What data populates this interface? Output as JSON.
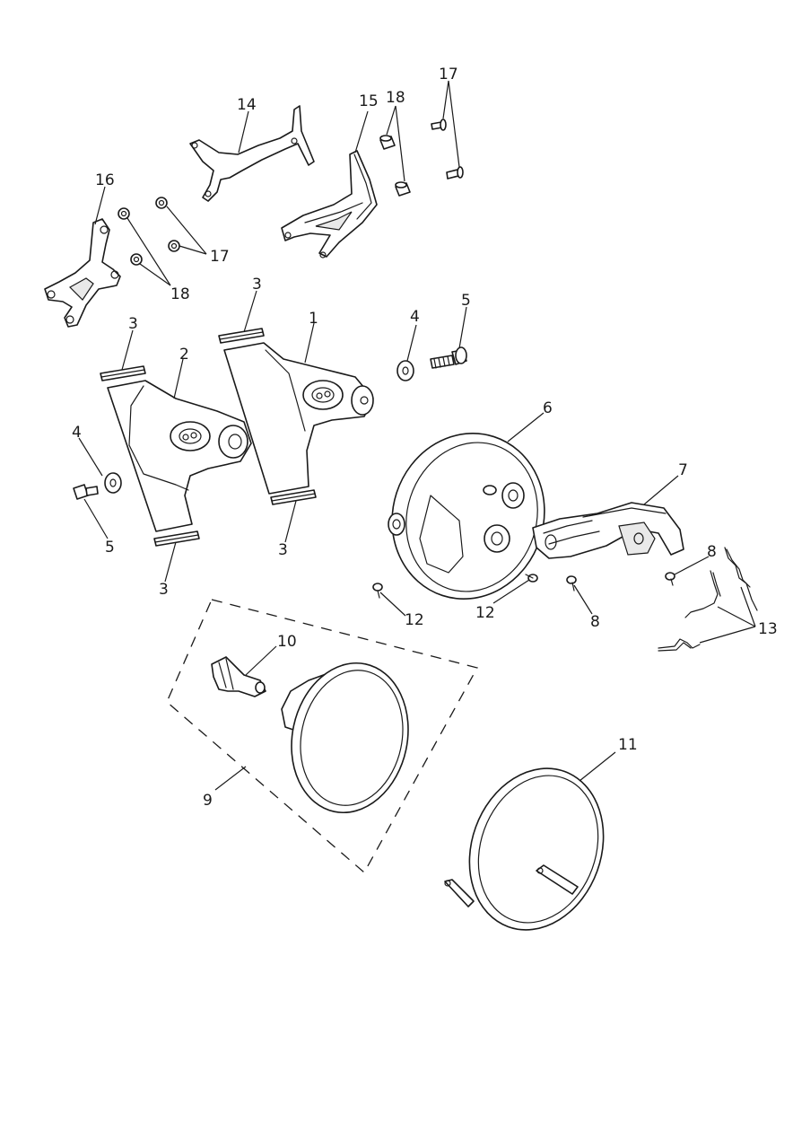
{
  "callouts": {
    "c1": "1",
    "c2": "2",
    "c3a": "3",
    "c3b": "3",
    "c3c": "3",
    "c3d": "3",
    "c4a": "4",
    "c4b": "4",
    "c5a": "5",
    "c5b": "5",
    "c6": "6",
    "c7": "7",
    "c8a": "8",
    "c8b": "8",
    "c9": "9",
    "c10": "10",
    "c11": "11",
    "c12a": "12",
    "c12b": "12",
    "c13": "13",
    "c14": "14",
    "c15": "15",
    "c16": "16",
    "c17a": "17",
    "c17b": "17",
    "c18a": "18",
    "c18b": "18"
  }
}
